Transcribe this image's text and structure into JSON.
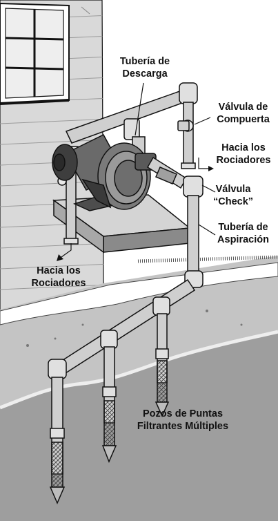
{
  "labels": {
    "discharge_pipe": [
      "Tubería de",
      "Descarga"
    ],
    "gate_valve": [
      "Válvula de",
      "Compuerta"
    ],
    "to_sprinklers_right": [
      "Hacia los",
      "Rociadores"
    ],
    "check_valve": [
      "Válvula",
      "“Check”"
    ],
    "suction_pipe": [
      "Tubería de",
      "Aspiración"
    ],
    "to_sprinklers_left": [
      "Hacia los",
      "Rociadores"
    ],
    "wellpoints": [
      "Pozos de Puntas",
      "Filtrantes Múltiples"
    ]
  },
  "colors": {
    "wall": "#d9d9d9",
    "pipe": "#c9c9c9",
    "ground": "#bdbdbd",
    "soil": "#9e9e9e",
    "slab": "#d2d2d2",
    "pump": "#5a5a5a",
    "outline": "#111111"
  }
}
